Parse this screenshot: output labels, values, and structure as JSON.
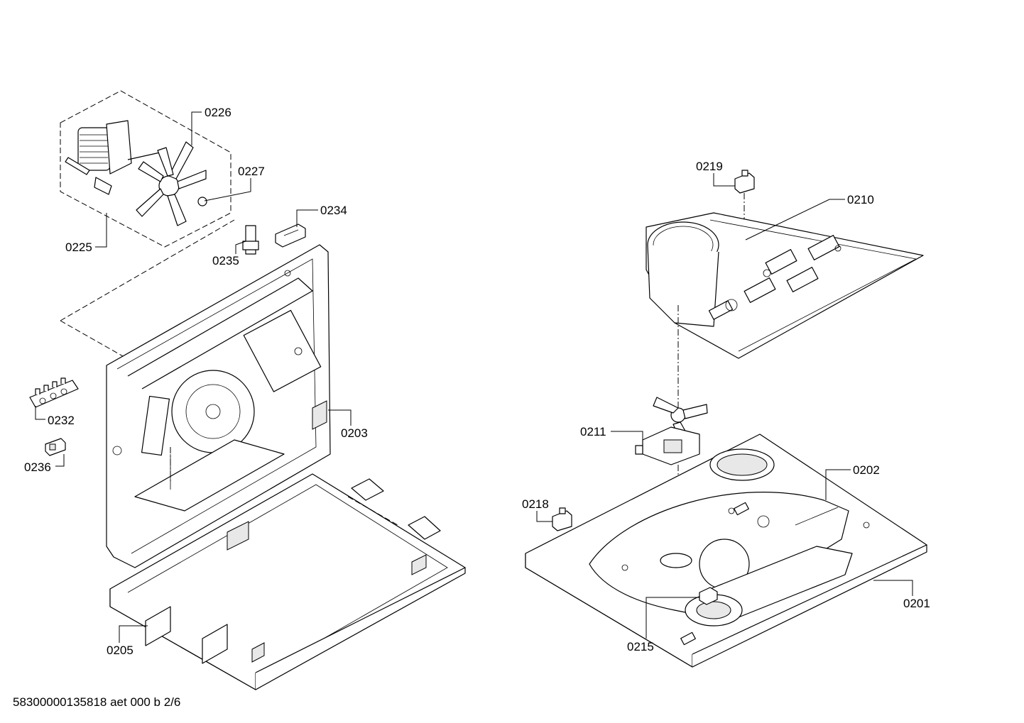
{
  "footer": {
    "text": "58300000135818 aet 000 b 2/6"
  },
  "callouts": {
    "p0201": "0201",
    "p0202": "0202",
    "p0203": "0203",
    "p0205": "0205",
    "p0210": "0210",
    "p0211": "0211",
    "p0215": "0215",
    "p0218": "0218",
    "p0219": "0219",
    "p0225": "0225",
    "p0226": "0226",
    "p0227": "0227",
    "p0232": "0232",
    "p0234": "0234",
    "p0235": "0235",
    "p0236": "0236"
  },
  "colors": {
    "line": "#000000",
    "background": "#ffffff",
    "shade": "#e8e8e8"
  }
}
